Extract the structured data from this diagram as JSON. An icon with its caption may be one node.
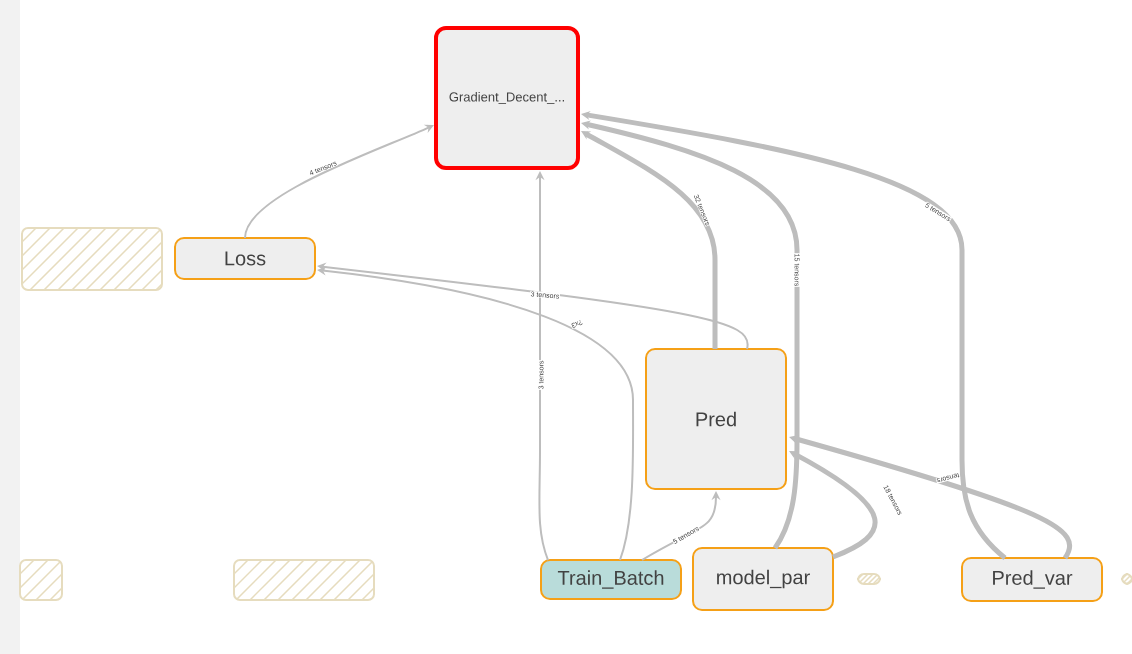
{
  "diagram": {
    "nodes": [
      {
        "text": [
          "Gradient_Decent_..."
        ]
      },
      {
        "text": [
          "Loss"
        ]
      },
      {
        "text": [
          "Pred"
        ]
      },
      {
        "text": [
          "Train_Batch"
        ]
      },
      {
        "text": [
          "model_par"
        ]
      },
      {
        "text": [
          "Pred_var"
        ]
      },
      {
        "text": [],
        "shape": "box"
      },
      {
        "text": [],
        "shape": "box"
      },
      {
        "text": [],
        "shape": "box"
      },
      {
        "text": [],
        "shape": "box"
      },
      {
        "text": [],
        "shape": "box"
      }
    ],
    "edges": [
      {
        "from": 1,
        "to": 0,
        "arrow": "to",
        "label": "4 tensors"
      },
      {
        "from": 3,
        "to": 0,
        "arrow": "to",
        "label": "3 tensors"
      },
      {
        "from": 2,
        "to": 0,
        "arrow": "to",
        "label": "32 tensors",
        "style": "thick"
      },
      {
        "from": 4,
        "to": 0,
        "arrow": "to",
        "label": "15 tensors",
        "style": "thick"
      },
      {
        "from": 5,
        "to": 0,
        "arrow": "to",
        "label": "5 tensors",
        "style": "thick"
      },
      {
        "from": 2,
        "to": 1,
        "arrow": "to",
        "label": "3 tensors"
      },
      {
        "from": 3,
        "to": 1,
        "arrow": "to",
        "label": "?x3"
      },
      {
        "from": 3,
        "to": 2,
        "arrow": "to",
        "label": "5 tensors"
      },
      {
        "from": 4,
        "to": 2,
        "arrow": "to",
        "label": "18 tensors",
        "style": "thick"
      },
      {
        "from": 5,
        "to": 2,
        "arrow": "to",
        "label": "tensors",
        "style": "thick"
      }
    ]
  }
}
